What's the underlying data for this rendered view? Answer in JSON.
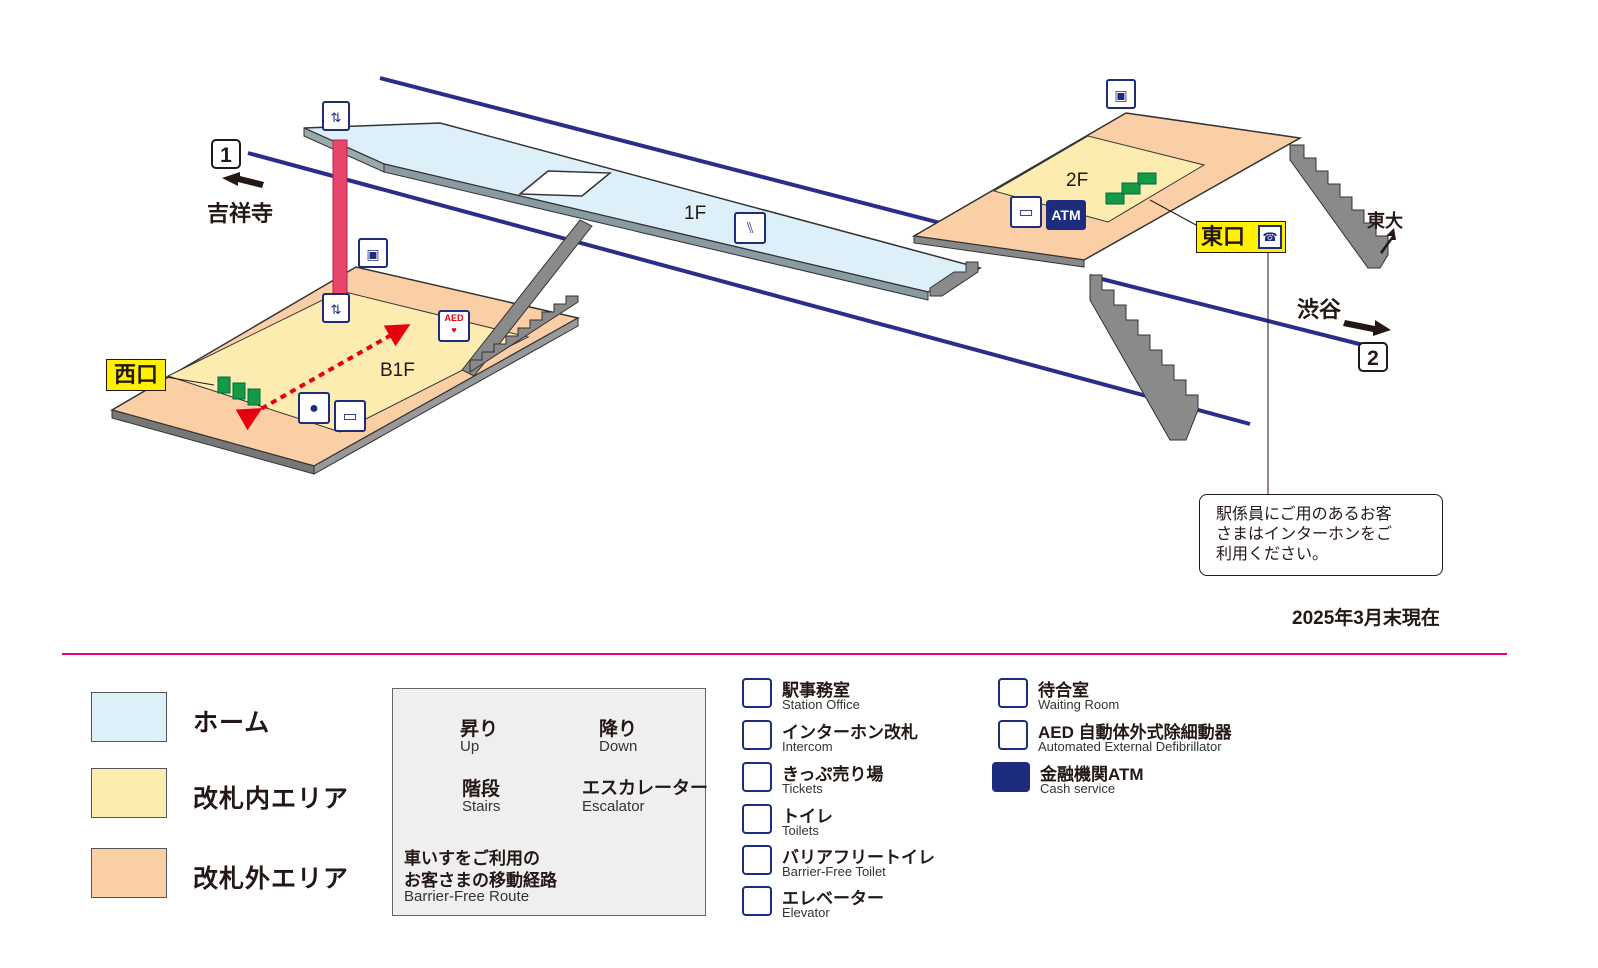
{
  "map": {
    "floors": {
      "b1f": "B1F",
      "f1": "1F",
      "f2": "2F"
    },
    "exits": {
      "west": "西口",
      "east": "東口",
      "exit1_number": "1",
      "exit2_number": "2"
    },
    "directions": {
      "kichijoji": "吉祥寺",
      "shibuya": "渋谷",
      "todai": "東大"
    },
    "note": {
      "line1": "駅係員にご用のあるお客",
      "line2": "さまはインターホンをご",
      "line3": "利用ください。"
    },
    "as_of": "2025年3月末現在"
  },
  "legend": {
    "areas": [
      {
        "label": "ホーム",
        "color": "#ddf0fa"
      },
      {
        "label": "改札内エリア",
        "color": "#fdecb0"
      },
      {
        "label": "改札外エリア",
        "color": "#fbcfa6"
      }
    ],
    "box": {
      "up_jp": "昇り",
      "up_en": "Up",
      "down_jp": "降り",
      "down_en": "Down",
      "stairs_jp": "階段",
      "stairs_en": "Stairs",
      "escalator_jp": "エスカレーター",
      "escalator_en": "Escalator",
      "route_jp1": "車いすをご利用の",
      "route_jp2": "お客さまの移動経路",
      "route_en": "Barrier-Free Route"
    },
    "icons_col1": [
      {
        "jp": "駅事務室",
        "en": "Station Office",
        "icon": "station-office-icon"
      },
      {
        "jp": "インターホン改札",
        "en": "Intercom",
        "icon": "intercom-icon"
      },
      {
        "jp": "きっぷ売り場",
        "en": "Tickets",
        "icon": "tickets-icon"
      },
      {
        "jp": "トイレ",
        "en": "Toilets",
        "icon": "toilets-icon"
      },
      {
        "jp": "バリアフリートイレ",
        "en": "Barrier-Free Toilet",
        "icon": "barrier-free-toilet-icon"
      },
      {
        "jp": "エレベーター",
        "en": "Elevator",
        "icon": "elevator-icon"
      }
    ],
    "icons_col2": [
      {
        "jp": "待合室",
        "en": "Waiting Room",
        "icon": "waiting-room-icon"
      },
      {
        "jp": "AED 自動体外式除細動器",
        "en": "Automated External Defibrillator",
        "icon": "aed-icon"
      },
      {
        "jp": "金融機関ATM",
        "en": "Cash service",
        "icon": "atm-icon"
      }
    ],
    "atm_text": "ATM",
    "aed_text": "AED"
  },
  "colors": {
    "platform": "#ddf0fa",
    "inside_gate": "#fdecb0",
    "outside_gate": "#fbcfa6",
    "track": "#2a2e8a",
    "divider": "#e4007f",
    "icon_blue": "#1d2c7c",
    "gate_green": "#139a46",
    "route_red": "#e60012",
    "elevator_shaft": "#e8456b",
    "exit_yellow": "#ffef00"
  }
}
